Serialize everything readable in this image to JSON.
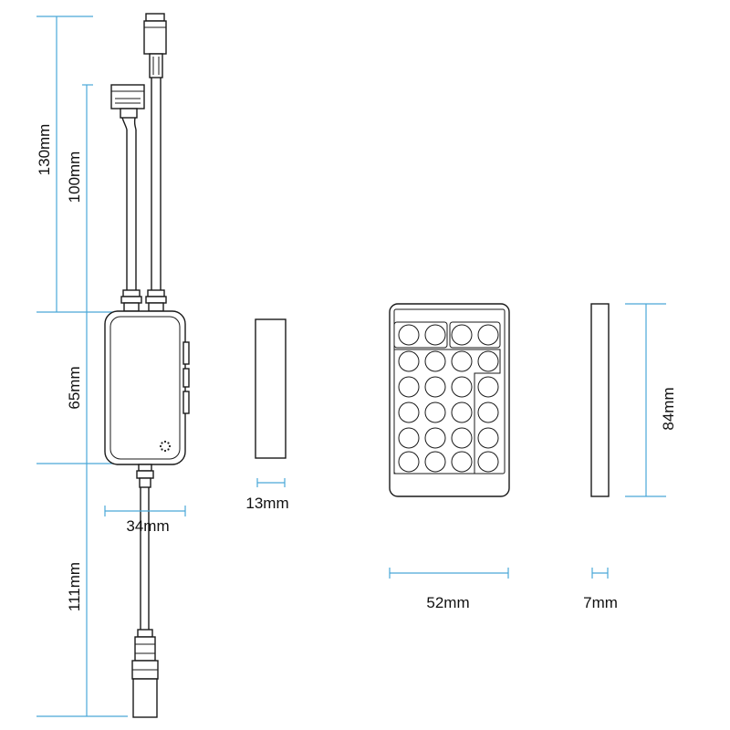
{
  "dimensions": {
    "cable_top_total": "130mm",
    "cable_top_branch": "100mm",
    "controller_length": "65mm",
    "controller_width": "34mm",
    "output_cable": "111mm",
    "controller_thickness": "13mm",
    "remote_width": "52mm",
    "remote_length": "84mm",
    "remote_thickness": "7mm"
  },
  "colors": {
    "dimension_line": "#4aa8d8",
    "outline": "#1a1a1a"
  },
  "remote": {
    "button_rows": 6,
    "button_cols": 4
  }
}
